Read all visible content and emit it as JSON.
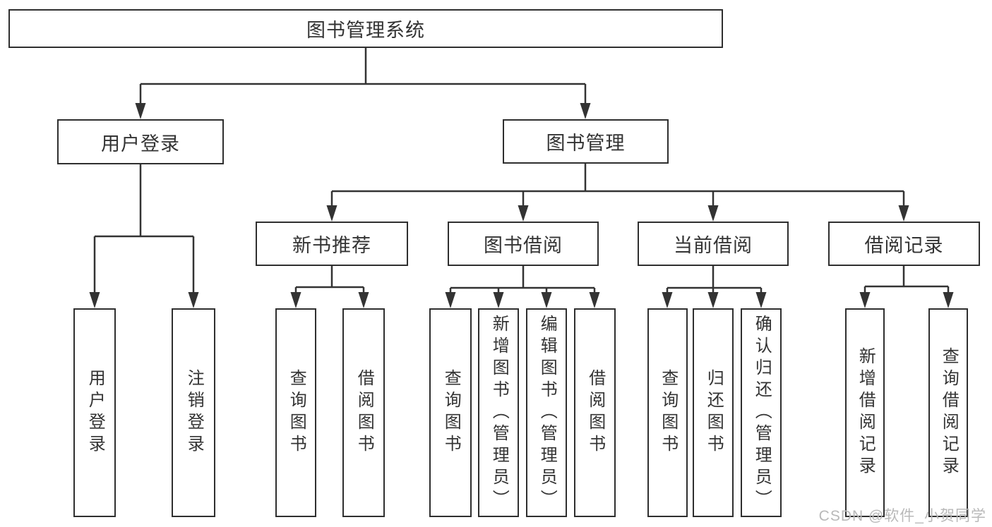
{
  "diagram": {
    "type": "hierarchy",
    "root": {
      "label": "图书管理系统",
      "children": [
        {
          "label": "用户登录",
          "children": [
            {
              "label": "用户登录"
            },
            {
              "label": "注销登录"
            }
          ]
        },
        {
          "label": "图书管理",
          "children": [
            {
              "label": "新书推荐",
              "children": [
                {
                  "label": "查询图书"
                },
                {
                  "label": "借阅图书"
                }
              ]
            },
            {
              "label": "图书借阅",
              "children": [
                {
                  "label": "查询图书"
                },
                {
                  "label": "新增图书（管理员）"
                },
                {
                  "label": "编辑图书（管理员）"
                },
                {
                  "label": "借阅图书"
                }
              ]
            },
            {
              "label": "当前借阅",
              "children": [
                {
                  "label": "查询图书"
                },
                {
                  "label": "归还图书"
                },
                {
                  "label": "确认归还（管理员）"
                }
              ]
            },
            {
              "label": "借阅记录",
              "children": [
                {
                  "label": "新增借阅记录"
                },
                {
                  "label": "查询借阅记录"
                }
              ]
            }
          ]
        }
      ]
    }
  },
  "watermark": {
    "text": "CSDN @软件_小贺同学",
    "color": "#b9b9b9"
  },
  "colors": {
    "line": "#333333",
    "box_border": "#2f2f2f",
    "text": "#333333",
    "background": "#ffffff"
  }
}
